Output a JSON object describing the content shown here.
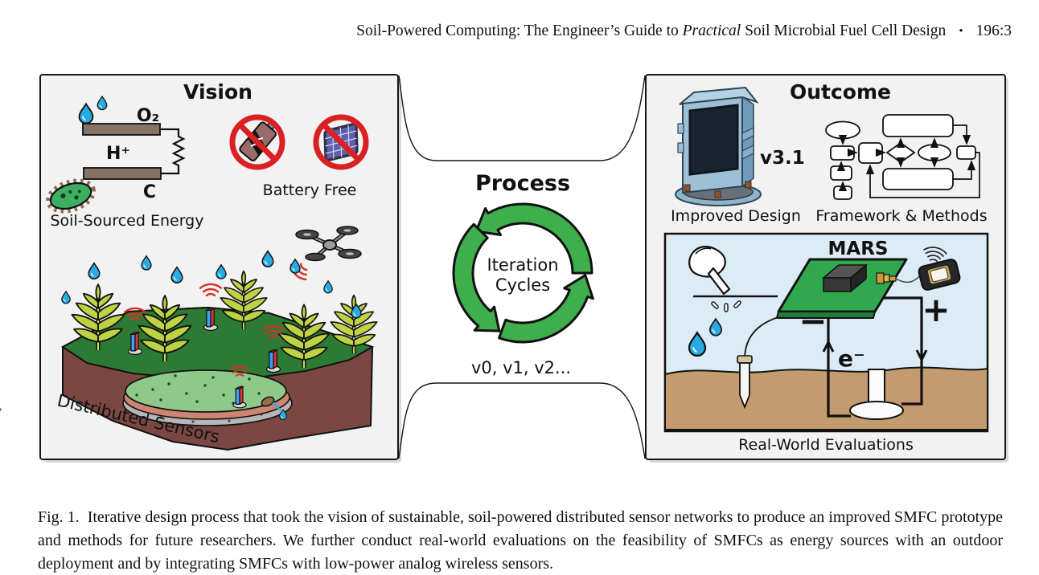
{
  "header": {
    "title_prefix": "Soil-Powered Computing: The Engineer’s Guide to ",
    "title_italic": "Practical",
    "title_suffix": " Soil Microbial Fuel Cell Design",
    "separator": "•",
    "page_number": "196:3"
  },
  "figure": {
    "vision": {
      "title": "Vision",
      "electrode_top_label": "O₂",
      "electrode_middle_label": "H⁺",
      "electrode_bottom_label": "C",
      "soil_sourced_label": "Soil-Sourced Energy",
      "battery_free_label": "Battery Free",
      "distributed_sensors_label": "Distributed Sensors",
      "icons": [
        "water-drop-icon",
        "electrode-pair-icon",
        "resistor-icon",
        "microbe-icon",
        "no-battery-icon",
        "no-solar-panel-icon",
        "rain-drop-icon",
        "fern-icon",
        "soil-sensor-icon",
        "signal-arcs-icon",
        "drone-icon"
      ]
    },
    "process": {
      "title": "Process",
      "cycle_line1": "Iteration",
      "cycle_line2": "Cycles",
      "versions": "v0, v1, v2...",
      "icons": [
        "cycle-arrows-icon"
      ]
    },
    "outcome": {
      "title": "Outcome",
      "device_version": "v3.1",
      "improved_design_label": "Improved Design",
      "framework_label": "Framework & Methods",
      "real_world_label": "Real-World Evaluations",
      "mars": {
        "title": "MARS",
        "minus_terminal": "−",
        "plus_terminal": "+",
        "electron_label": "e⁻"
      },
      "icons": [
        "device-render-icon",
        "flowchart-icon",
        "pcb-icon",
        "chip-icon",
        "sma-connector-icon",
        "wifi-device-icon",
        "wifi-signal-icon",
        "pointing-hand-icon",
        "water-drop-icon",
        "probe-icon",
        "soil-electrode-icon"
      ]
    }
  },
  "caption": {
    "label": "Fig. 1.",
    "text": "Iterative design process that took the vision of sustainable, soil-powered distributed sensor networks to produce an improved SMFC prototype and methods for future researchers. We further conduct real-world evaluations on the feasibility of SMFCs as energy sources with an outdoor deployment and by integrating SMFCs with low-power analog wireless sensors."
  },
  "palette": {
    "panel_bg": "#f2f2f3",
    "outline": "#161616",
    "arrow_green": "#3fae4c",
    "prohibition_red": "#d92121",
    "water_blue": "#29abe2",
    "pcb_green": "#2fa84e",
    "sky_blue": "#dcecf7",
    "soil_tan": "#c49b6e",
    "grass_green": "#2d7a35",
    "terrain_maroon": "#7a4742",
    "fern_green": "#bfd243",
    "sensor_blue": "#3aa0ff",
    "sensor_red": "#e03535",
    "electrode_taupe": "#857363",
    "device_blue": "#9dc0d6"
  }
}
